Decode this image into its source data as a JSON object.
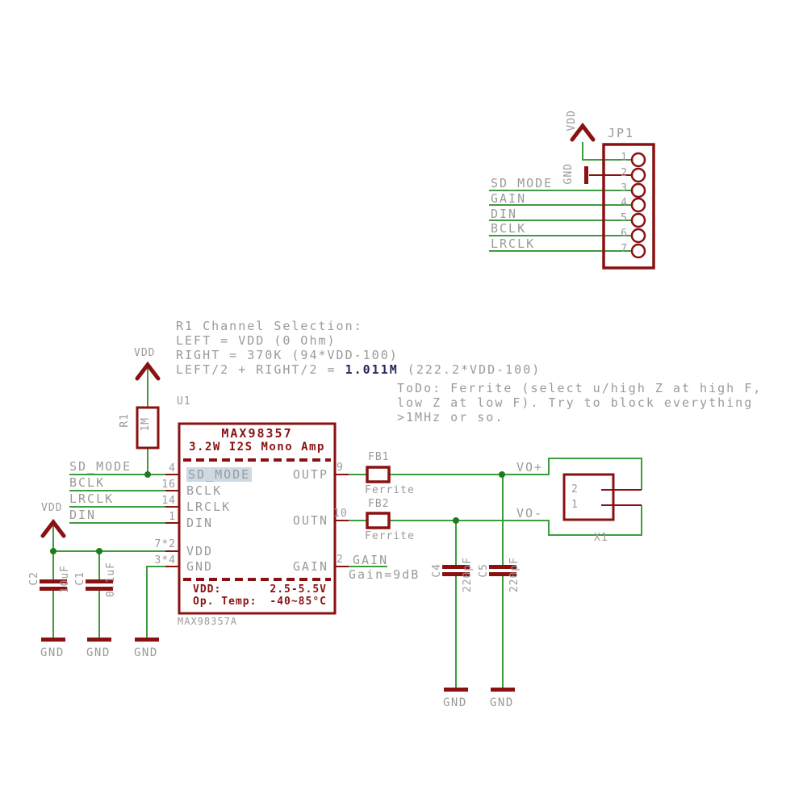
{
  "colors": {
    "wire_green": "#3f9b3f",
    "component_maroon": "#8a1111",
    "text_grey": "#9a9a9a",
    "junction_green": "#1d7c1d",
    "highlight_blue_grey": "#cdd9e3",
    "emphasis_navy": "#26265f"
  },
  "power": {
    "vdd": "VDD",
    "gnd": "GND"
  },
  "jp1": {
    "ref": "JP1",
    "pins": [
      "1",
      "2",
      "3",
      "4",
      "5",
      "6",
      "7"
    ],
    "nets": [
      "SD_MODE",
      "GAIN",
      "DIN",
      "BCLK",
      "LRCLK"
    ]
  },
  "notes": {
    "channel": [
      "R1 Channel Selection:",
      "LEFT = VDD (0 Ohm)",
      "RIGHT = 370K (94*VDD-100)"
    ],
    "channel4_prefix": "LEFT/2 + RIGHT/2 = ",
    "channel4_value": "1.011M",
    "channel4_suffix": " (222.2*VDD-100)",
    "todo": [
      "ToDo: Ferrite (select u/high Z at high F,",
      "low Z at low F). Try to block everything",
      ">1MHz or so."
    ]
  },
  "r1": {
    "ref": "R1",
    "value": "1M"
  },
  "ic": {
    "ref": "U1",
    "name": "MAX98357",
    "subtitle": "3.2W I2S Mono Amp",
    "footprint": "MAX98357A",
    "left_pins": [
      {
        "num": "4",
        "name": "SD_MODE"
      },
      {
        "num": "16",
        "name": "BCLK"
      },
      {
        "num": "14",
        "name": "LRCLK"
      },
      {
        "num": "1",
        "name": "DIN"
      },
      {
        "num": "7*2",
        "name": "VDD"
      },
      {
        "num": "3*4",
        "name": "GND"
      }
    ],
    "right_pins": [
      {
        "num": "9",
        "name": "OUTP"
      },
      {
        "num": "10",
        "name": "OUTN"
      },
      {
        "num": "2",
        "name": "GAIN"
      }
    ],
    "specs": [
      {
        "label": "VDD:",
        "value": "2.5-5.5V"
      },
      {
        "label": "Op. Temp:",
        "value": "-40~85°C"
      }
    ]
  },
  "left_nets": [
    "SD_MODE",
    "BCLK",
    "LRCLK",
    "DIN"
  ],
  "ferrites": {
    "fb1": {
      "ref": "FB1",
      "label": "Ferrite"
    },
    "fb2": {
      "ref": "FB2",
      "label": "Ferrite"
    }
  },
  "caps": {
    "c2": {
      "ref": "C2",
      "value": "10uF"
    },
    "c1": {
      "ref": "C1",
      "value": "0.1uF"
    },
    "c4": {
      "ref": "C4",
      "value": "220pF"
    },
    "c5": {
      "ref": "C5",
      "value": "220pF"
    }
  },
  "output": {
    "vo_plus": "VO+",
    "vo_minus": "VO-",
    "gain_net": "GAIN",
    "gain_note": "Gain=9dB",
    "x1_ref": "X1",
    "x1_pins": [
      "2",
      "1"
    ]
  }
}
